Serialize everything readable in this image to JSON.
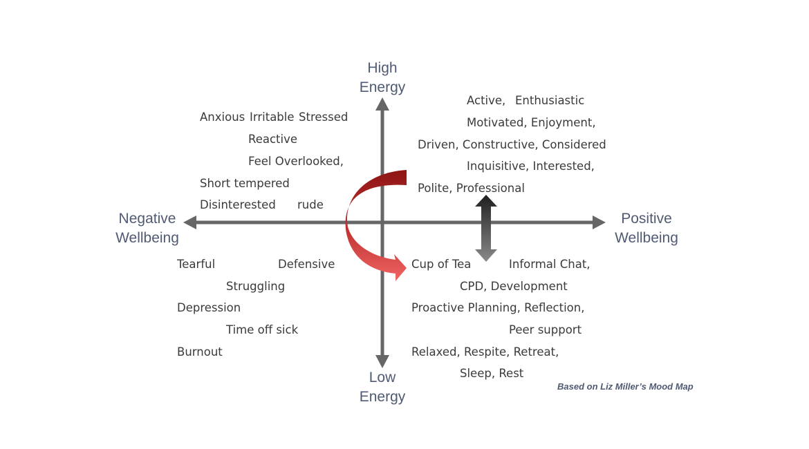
{
  "axes": {
    "top_line1": "High",
    "top_line2": "Energy",
    "bottom_line1": "Low",
    "bottom_line2": "Energy",
    "left_line1": "Negative",
    "left_line2": "Wellbeing",
    "right_line1": "Positive",
    "right_line2": "Wellbeing"
  },
  "quadrants": {
    "top_left": [
      "Anxious",
      "Irritable",
      "Stressed",
      "Reactive",
      "Feel Overlooked,",
      "Short tempered",
      "Disinterested",
      "rude"
    ],
    "top_right": [
      "Active,",
      "Enthusiastic",
      "Motivated, Enjoyment,",
      "Driven, Constructive, Considered",
      "Inquisitive, Interested,",
      "Polite, Professional"
    ],
    "bottom_left": [
      "Tearful",
      "Defensive",
      "Struggling",
      "Depression",
      "Time off sick",
      "Burnout"
    ],
    "bottom_right": [
      "Cup of Tea",
      "Informal Chat,",
      "CPD, Development",
      "Proactive Planning, Reflection,",
      "Peer support",
      "Relaxed, Respite, Retreat,",
      "Sleep, Rest"
    ]
  },
  "credit": "Based on Liz Miller’s Mood Map",
  "colors": {
    "axis": "#666666",
    "label": "#4f5a73",
    "text": "#3a3a3a",
    "curve_dark": "#9b1b1b",
    "curve_light": "#e85a5a",
    "double_arrow": "#3d3d3d"
  }
}
